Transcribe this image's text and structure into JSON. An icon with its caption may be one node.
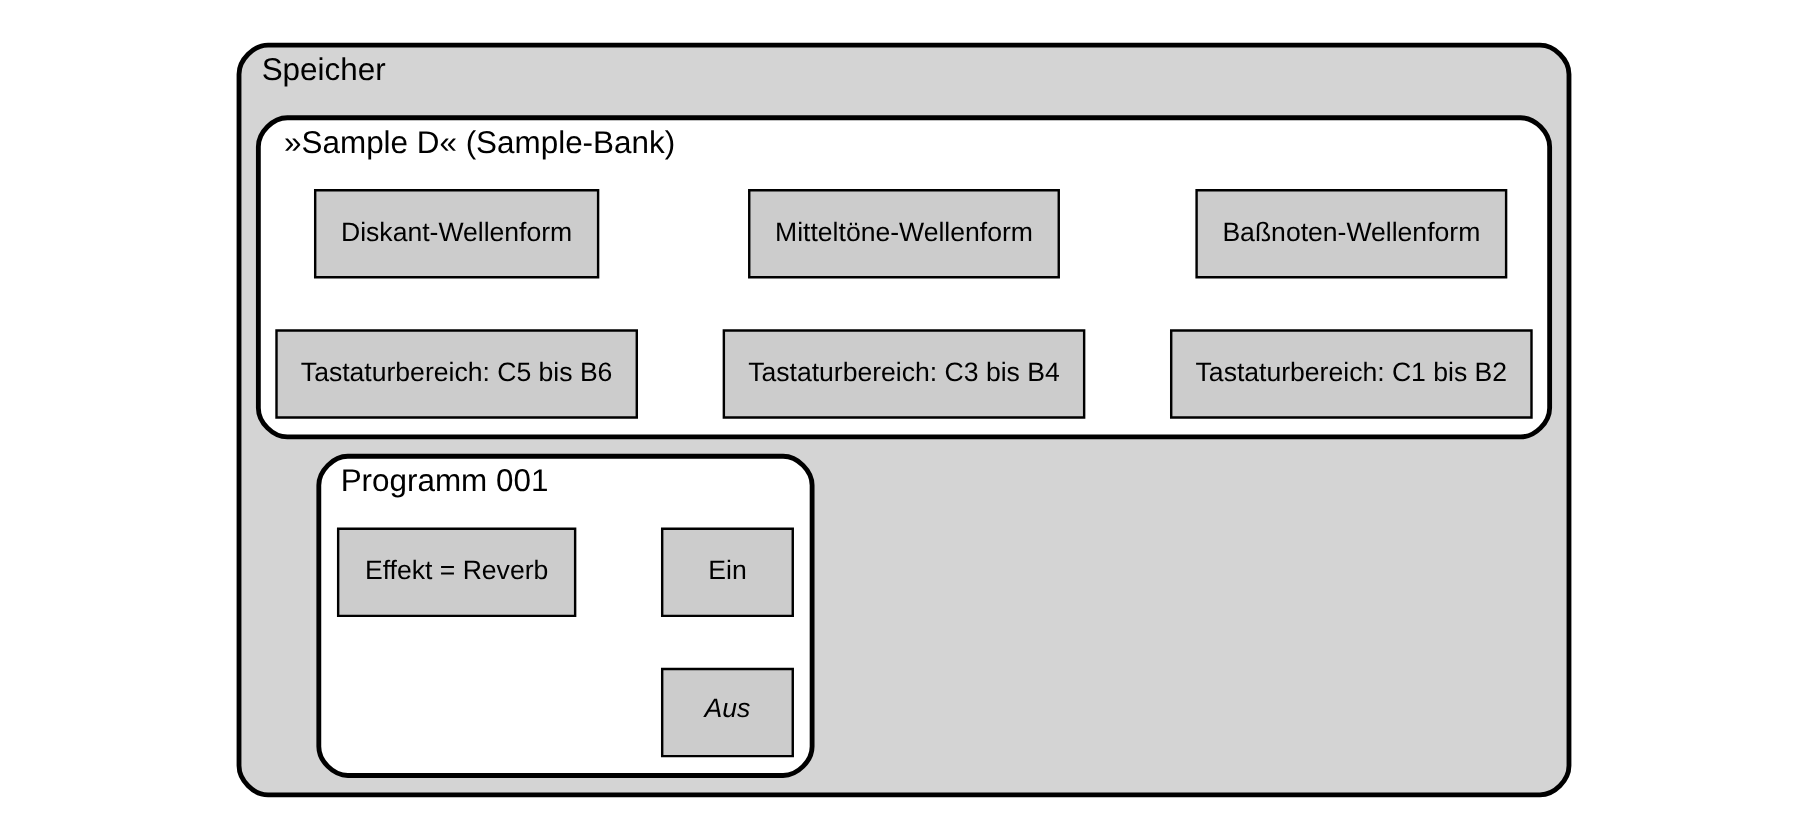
{
  "diagram": {
    "nodes": [
      {
        "text": [
          "Speicher"
        ]
      },
      {
        "text": [
          "»Sample D« (Sample-Bank)"
        ],
        "in": 0
      },
      {
        "text": [
          "Baßnoten-Wellenform"
        ],
        "in": 1
      },
      {
        "text": [
          "Mitteltöne-Wellenform"
        ],
        "in": 1
      },
      {
        "text": [
          "Diskant-Wellenform"
        ],
        "in": 1
      },
      {
        "text": [
          "Tastaturbereich: C1 bis B2"
        ],
        "in": 1
      },
      {
        "text": [
          "Tastaturbereich: C3 bis B4"
        ],
        "in": 1
      },
      {
        "text": [
          "Tastaturbereich: C5 bis B6"
        ],
        "in": 1
      },
      {
        "text": [
          "Programm 001"
        ],
        "in": 0
      },
      {
        "text": [
          "Effekt = Reverb"
        ],
        "in": 8
      },
      {
        "text": [
          "Ein"
        ],
        "in": 8
      },
      {
        "text": [
          "Aus"
        ],
        "in": 8
      }
    ]
  }
}
